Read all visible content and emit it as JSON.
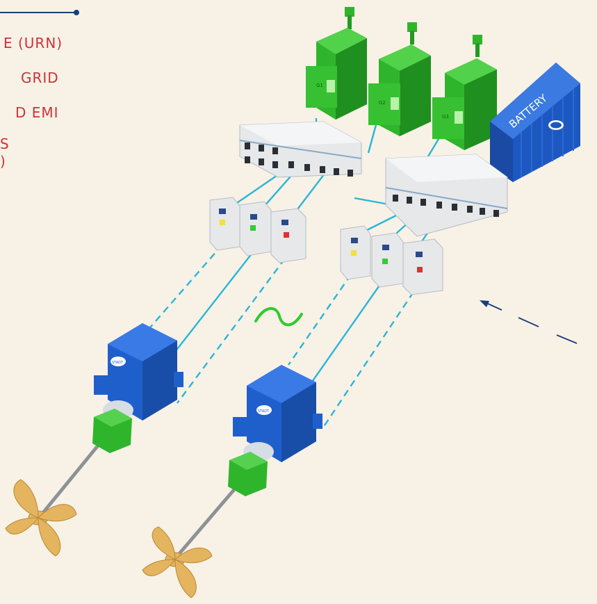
{
  "legend_lines": [
    {
      "text": "E (URN)"
    },
    {
      "text": "GRID"
    },
    {
      "text": "D EMI"
    },
    {
      "text": "S"
    },
    {
      "text": ")"
    }
  ],
  "battery": {
    "label": "BATTERY"
  },
  "engines": [
    {
      "tag": "G1"
    },
    {
      "tag": "G2"
    },
    {
      "tag": "G3"
    }
  ],
  "motors": [
    {
      "tag": "STADT"
    },
    {
      "tag": "STADT"
    }
  ],
  "ac_symbol": "~",
  "colors": {
    "background": "#f8f1e6",
    "accent_text": "#c8343a",
    "cable": "#27b6d8",
    "engine_green": "#2fb52c",
    "motor_blue": "#1f5fcc",
    "battery_blue": "#1c58c0",
    "propeller_gold": "#e4b45e",
    "switchboard_grey": "#e6e8ea",
    "indicator_yellow": "#f1e23a",
    "indicator_green": "#33cc33",
    "indicator_red": "#e03030"
  }
}
